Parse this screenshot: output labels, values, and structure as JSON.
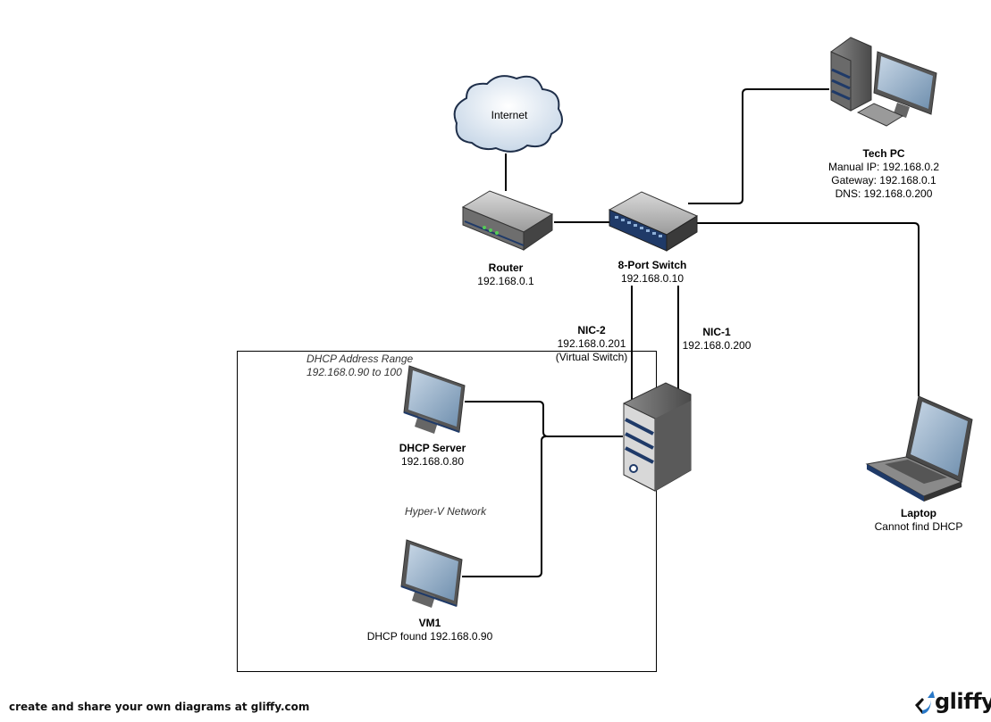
{
  "nodes": {
    "internet": {
      "label": "Internet"
    },
    "router": {
      "name": "Router",
      "ip": "192.168.0.1"
    },
    "switch": {
      "name": "8-Port Switch",
      "ip": "192.168.0.10"
    },
    "tech_pc": {
      "name": "Tech PC",
      "lines": [
        "Manual IP: 192.168.0.2",
        "Gateway: 192.168.0.1",
        "DNS: 192.168.0.200"
      ]
    },
    "laptop": {
      "name": "Laptop",
      "status": "Cannot find DHCP"
    },
    "nic2": {
      "name": "NIC-2",
      "ip": "192.168.0.201",
      "note": "(Virtual Switch)"
    },
    "nic1": {
      "name": "NIC-1",
      "ip": "192.168.0.200"
    },
    "dhcp_server": {
      "name": "DHCP Server",
      "ip": "192.168.0.80"
    },
    "vm1": {
      "name": "VM1",
      "status": "DHCP found 192.168.0.90"
    }
  },
  "hyperv": {
    "range_title": "DHCP Address Range",
    "range_value": "192.168.0.90 to 100",
    "network_label": "Hyper-V Network"
  },
  "footer": {
    "text": "create and share your own diagrams at gliffy.com",
    "brand": "gliffy"
  },
  "colors": {
    "line": "#000000",
    "accent": "#1f3a68",
    "screen": "#9fb6cc",
    "body": "#5a5a5a"
  }
}
